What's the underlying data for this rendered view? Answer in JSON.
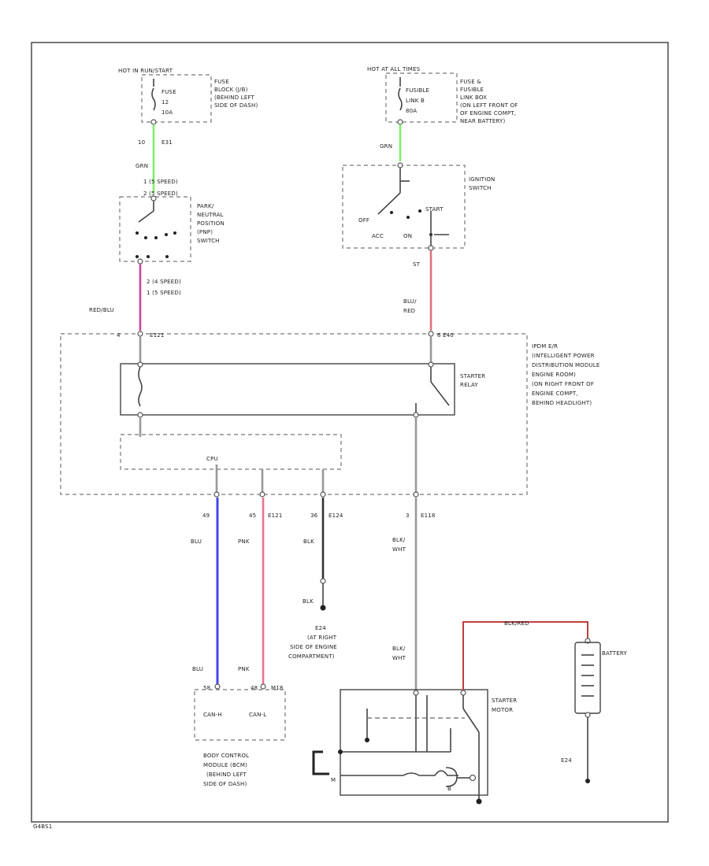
{
  "border_colors": {
    "outer": "#555555"
  },
  "wire_colors_hex": {
    "GRN": "#7ef06a",
    "RED/BLU": "#d040a0",
    "BLU/RED": "#e07080",
    "BLU": "#4444ee",
    "PNK": "#f07090",
    "BLK": "#333333",
    "BLK/WHT": "#999999",
    "BLK/RED": "#c04040"
  },
  "fuse_left": {
    "hot_label": "HOT IN RUN/START",
    "lines": [
      "FUSE",
      "BLOCK (J/B)",
      "(BEHIND LEFT",
      "SIDE OF DASH)"
    ],
    "inner": [
      "FUSE",
      "12",
      "10A"
    ],
    "connector": [
      "10",
      "E31"
    ],
    "wire": "GRN"
  },
  "fuse_right": {
    "hot_label": "HOT AT ALL TIMES",
    "lines": [
      "FUSE &",
      "FUSIBLE",
      "LINK BOX",
      "(ON LEFT FRONT OF",
      "OF ENGINE COMPT,",
      "NEAR BATTERY)"
    ],
    "inner": [
      "FUSIBLE",
      "LINK B",
      "80A"
    ],
    "wire": "GRN"
  },
  "pnp_switch": {
    "lines": [
      "PARK/",
      "NEUTRAL",
      "POSITION",
      "(PNP)",
      "SWITCH"
    ],
    "top_pins": [
      "1 (5 SPEED)",
      "2 (5 SPEED)"
    ],
    "bottom_pins": [
      "2 (4 SPEED)",
      "1 (5 SPEED)"
    ],
    "wire": "RED/BLU"
  },
  "ignition_switch": {
    "lines": [
      "IGNITION",
      "SWITCH"
    ],
    "positions": [
      "OFF",
      "ACC",
      "ON",
      "START"
    ],
    "pin": "ST",
    "wire": [
      "BLU/",
      "RED"
    ]
  },
  "ipdm": {
    "lines": [
      "IPDM E/R",
      "(INTELLIGENT POWER",
      "DISTRIBUTION MODULE",
      "ENGINE ROOM)",
      "(ON RIGHT FRONT OF",
      "ENGINE COMPT,",
      "BEHIND HEADLIGHT)"
    ],
    "top_left_conn": [
      "4",
      "E121"
    ],
    "top_right_conn": [
      "6",
      "E40"
    ],
    "relay_label": [
      "STARTER",
      "RELAY"
    ],
    "cpu_label": "CPU"
  },
  "lower_connectors": [
    {
      "pin": "49",
      "conn": "",
      "wire": "BLU"
    },
    {
      "pin": "45",
      "conn": "E121",
      "wire": "PNK"
    },
    {
      "pin": "36",
      "conn": "E124",
      "wire": "BLK"
    },
    {
      "pin": "3",
      "conn": "E118",
      "wire": [
        "BLK/",
        "WHT"
      ]
    }
  ],
  "ground": {
    "wire": "BLK",
    "label": [
      "E24",
      "(AT RIGHT",
      "SIDE OF ENGINE",
      "COMPARTMENT)"
    ]
  },
  "bcm": {
    "top_left": "BLU",
    "top_right": "PNK",
    "pins": [
      "58",
      "48",
      "M18"
    ],
    "connectors": [
      "CAN-H",
      "CAN-L"
    ],
    "lines": [
      "BODY CONTROL",
      "MODULE (BCM)",
      "(BEHIND LEFT",
      "SIDE OF DASH)"
    ]
  },
  "starter_motor": {
    "lines": [
      "STARTER",
      "MOTOR"
    ],
    "input_wire": [
      "BLK/",
      "WHT"
    ],
    "terminals": [
      "M",
      "B"
    ]
  },
  "battery": {
    "label": "BATTERY",
    "wire": "BLK/RED",
    "ground": "E24"
  },
  "figure_id": "G4BS1"
}
